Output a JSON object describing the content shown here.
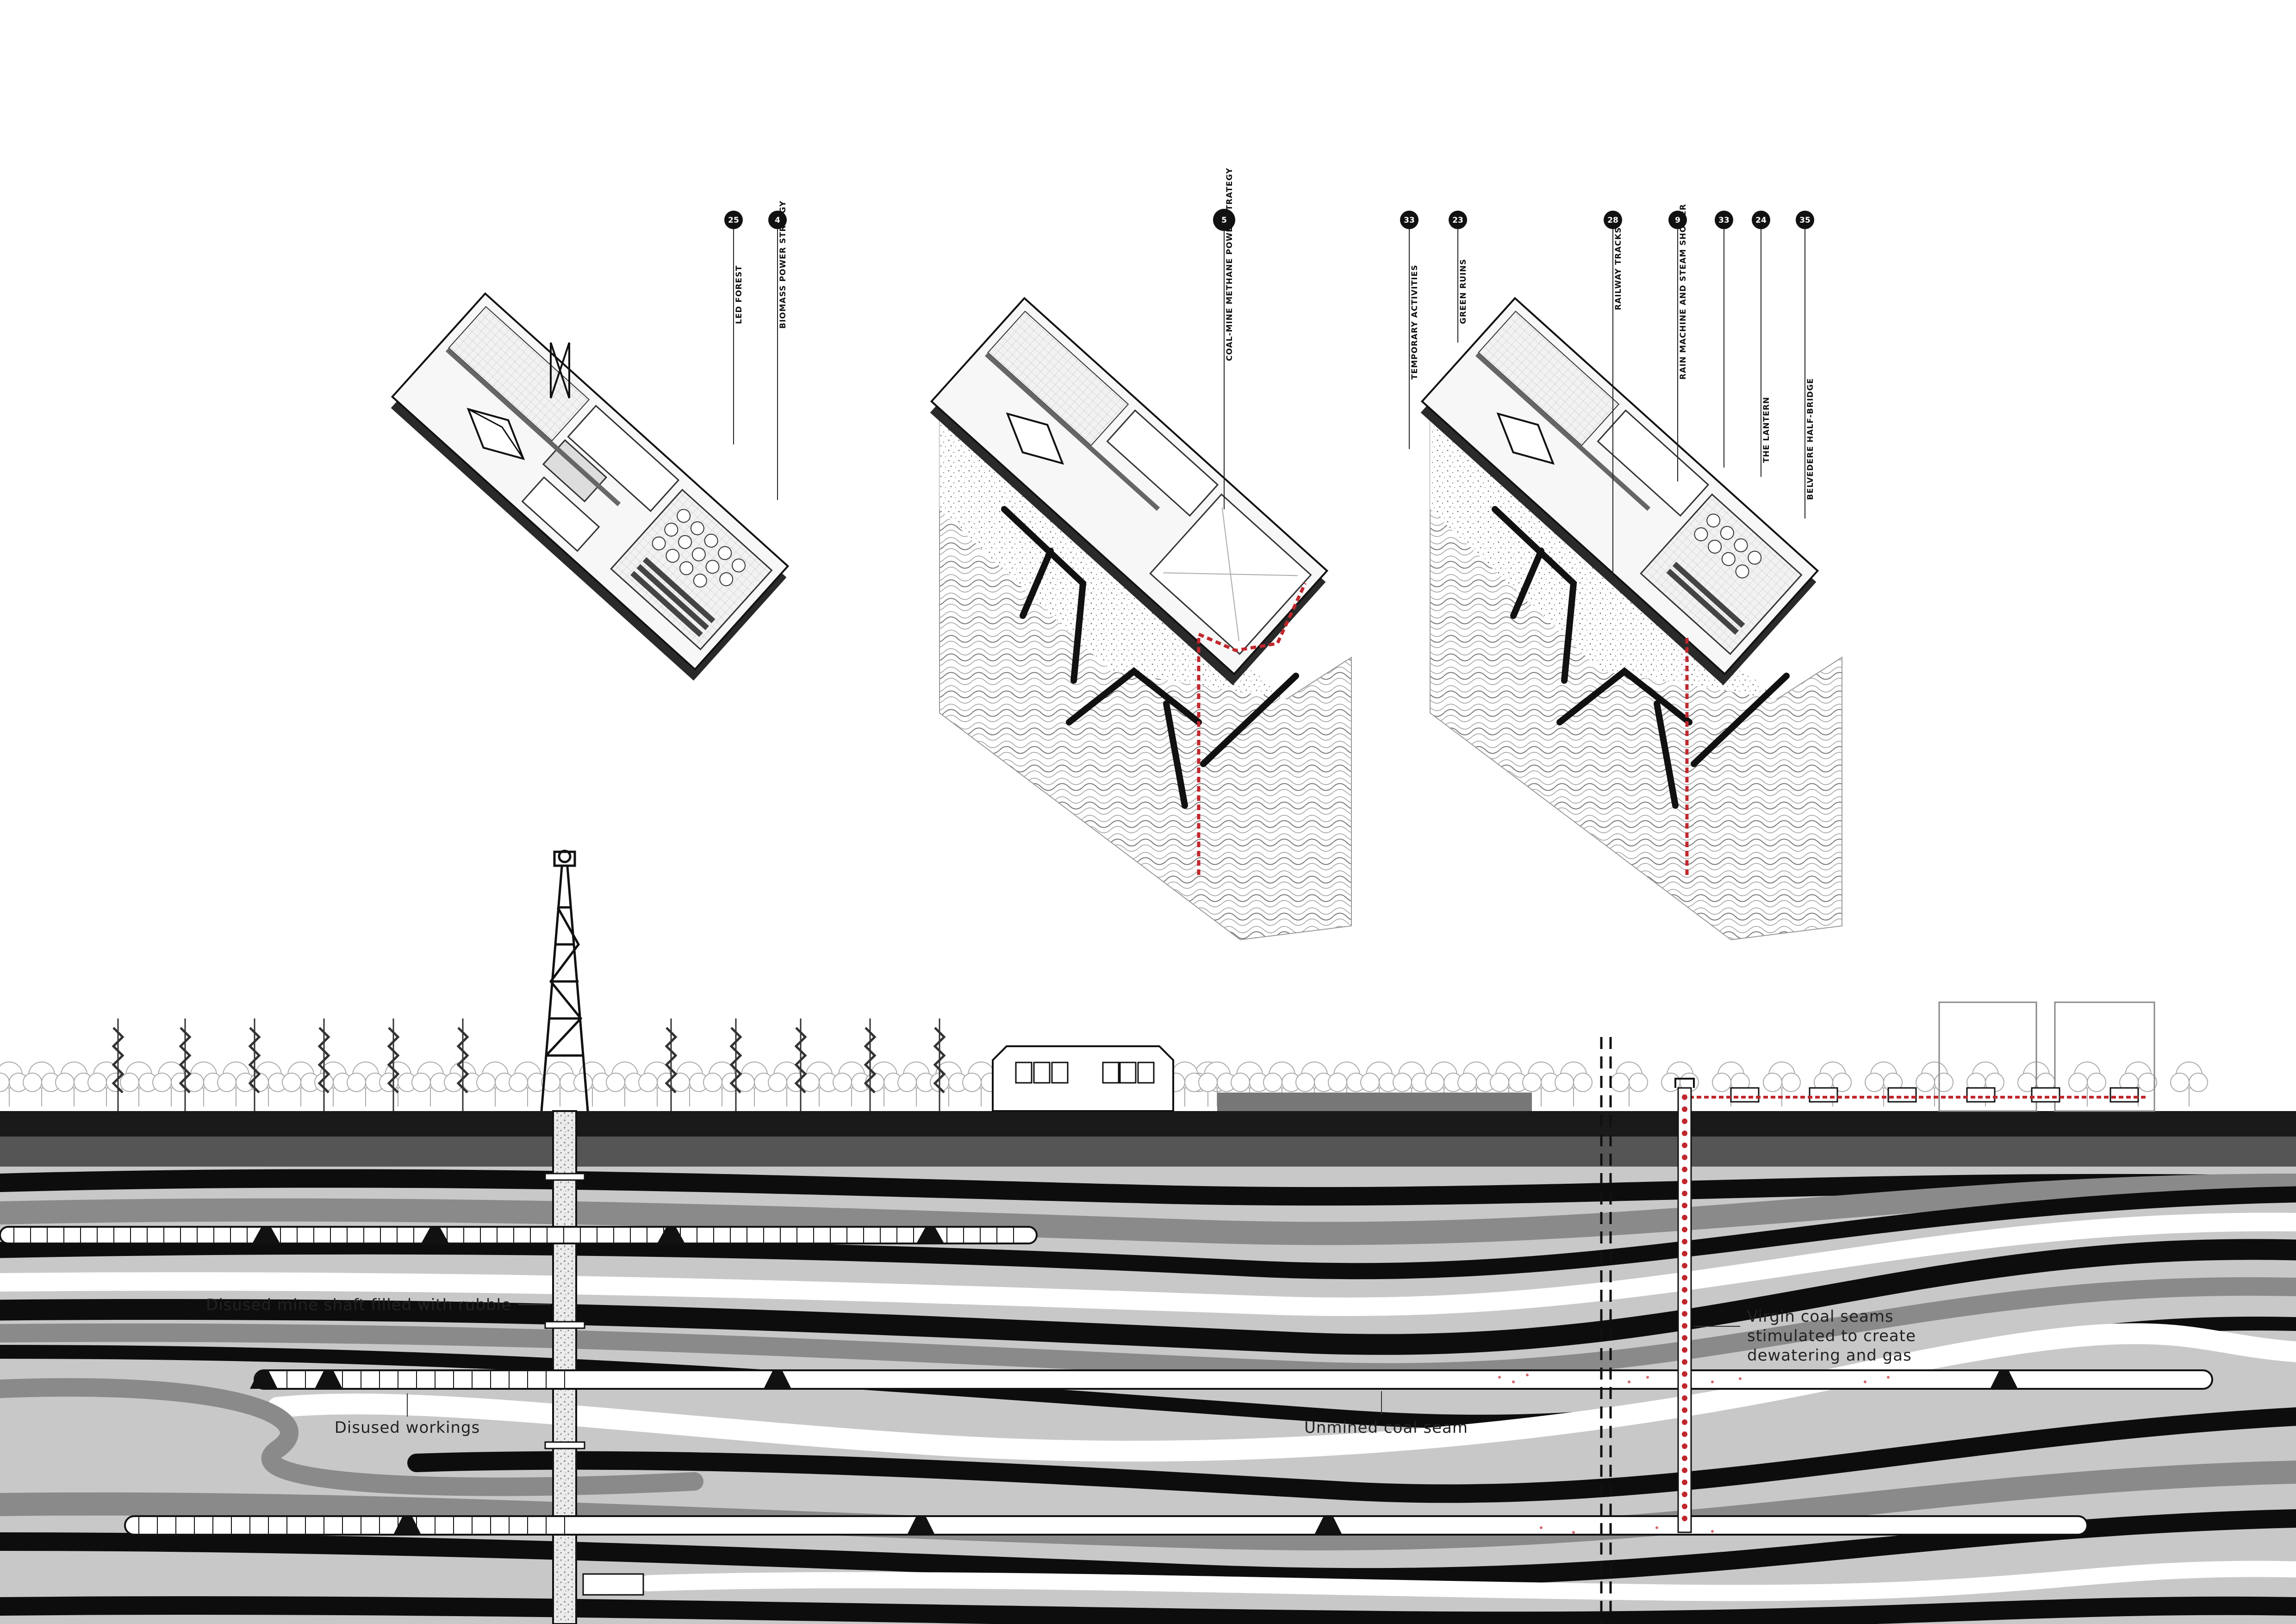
{
  "section_labels": {
    "shaft": "Disused mine shaft filled with rubble",
    "workings": "Disused workings",
    "seam": "Unmined coal seam",
    "virgin_1": "Virgin coal seams",
    "virgin_2": "stimulated to create",
    "virgin_3": "dewatering and gas"
  },
  "axo_1": {
    "callouts": [
      {
        "number": "25",
        "label": "LED FOREST"
      },
      {
        "number": "4",
        "label": "BIOMASS POWER STRATGY"
      }
    ]
  },
  "axo_2": {
    "callouts": [
      {
        "number": "5",
        "label": "COAL-MINE METHANE POWER STRATEGY"
      }
    ]
  },
  "axo_3": {
    "callouts": [
      {
        "number": "33",
        "label": "TEMPORARY ACTIVITIES"
      },
      {
        "number": "23",
        "label": "GREEN RUINS"
      },
      {
        "number": "28",
        "label": "RAILWAY TRACKS"
      },
      {
        "number": "9",
        "label": "RAIN MACHINE AND STEAM SHOWER"
      },
      {
        "number": "33",
        "label": ""
      },
      {
        "number": "24",
        "label": "THE LANTERN"
      },
      {
        "number": "35",
        "label": "BELVEDERE HALF-BRIDGE"
      }
    ]
  },
  "colors": {
    "ink": "#111111",
    "dark_strata": "#0d0d0d",
    "mid_strata": "#8a8a8a",
    "light_strata": "#c8c8c8",
    "methane_red": "#c0272d",
    "ground": "#1a1a1a"
  }
}
